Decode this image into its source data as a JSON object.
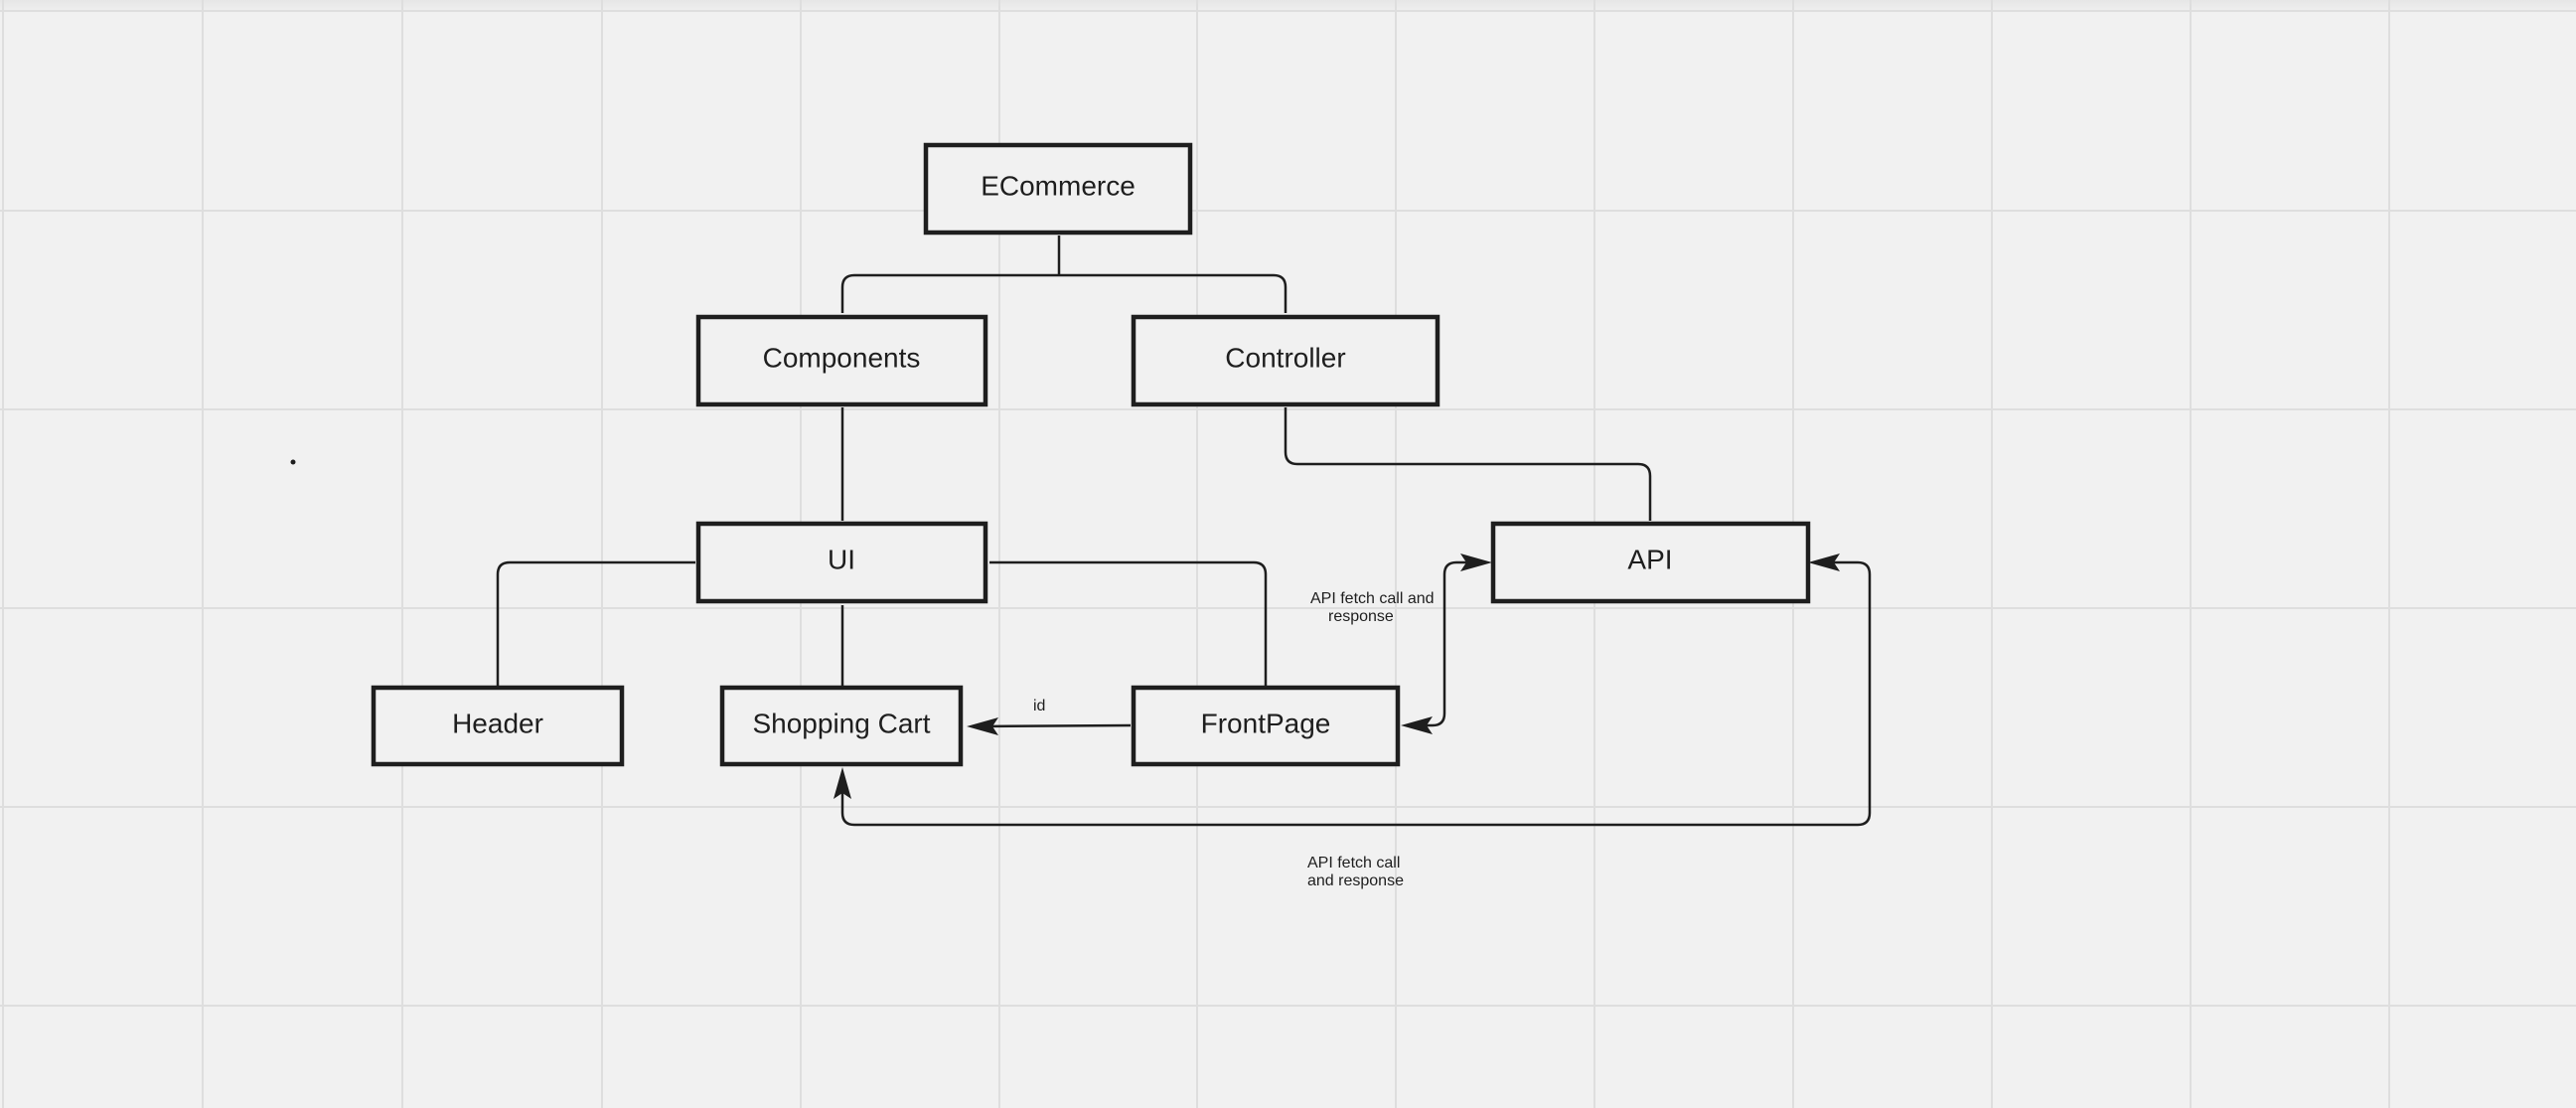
{
  "diagram": {
    "nodes": {
      "ecommerce": "ECommerce",
      "components": "Components",
      "controller": "Controller",
      "ui": "UI",
      "api": "API",
      "header": "Header",
      "shopping_cart": "Shopping Cart",
      "frontpage": "FrontPage"
    },
    "edge_labels": {
      "id": "id",
      "api_call_frontpage_line1": "API fetch call and",
      "api_call_frontpage_line2": "response",
      "api_call_cart_line1": "API fetch call",
      "api_call_cart_line2": "and response"
    }
  },
  "colors": {
    "canvas_background": "#f1f1f1",
    "grid": "#dedede",
    "stroke": "#1e1e1e"
  }
}
